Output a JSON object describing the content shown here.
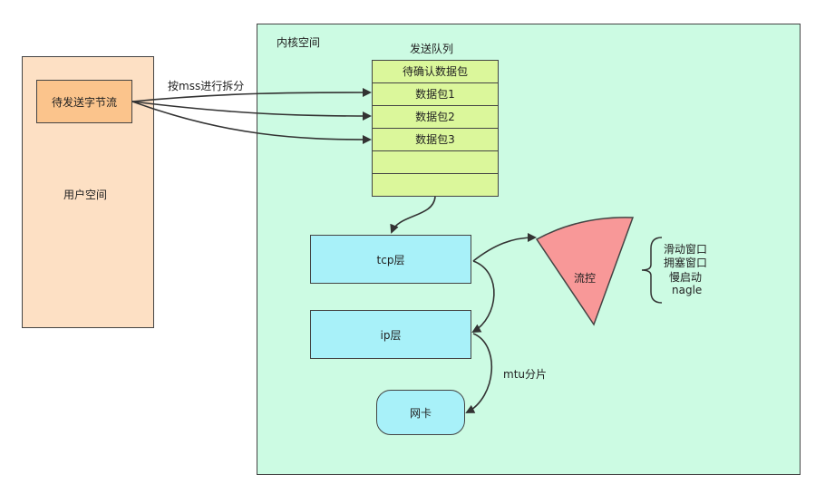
{
  "user_space": {
    "label": "用户空间",
    "stream": "待发送字节流"
  },
  "kernel_space": {
    "label": "内核空间"
  },
  "split_label": "按mss进行拆分",
  "queue": {
    "title": "发送队列",
    "cells": [
      "待确认数据包",
      "数据包1",
      "数据包2",
      "数据包3",
      "",
      ""
    ]
  },
  "tcp_layer": "tcp层",
  "ip_layer": "ip层",
  "nic": "网卡",
  "mtu_label": "mtu分片",
  "flow_control": {
    "label": "流控",
    "items": [
      "滑动窗口",
      "拥塞窗口",
      "慢启动",
      "nagle"
    ]
  },
  "colors": {
    "user_space": "#fde0c4",
    "kernel_space": "#ccfbe3",
    "stream_box": "#fbc48c",
    "queue_cell": "#dbf79b",
    "layer_box": "#a8f1f9",
    "flow_control": "#f89898"
  }
}
